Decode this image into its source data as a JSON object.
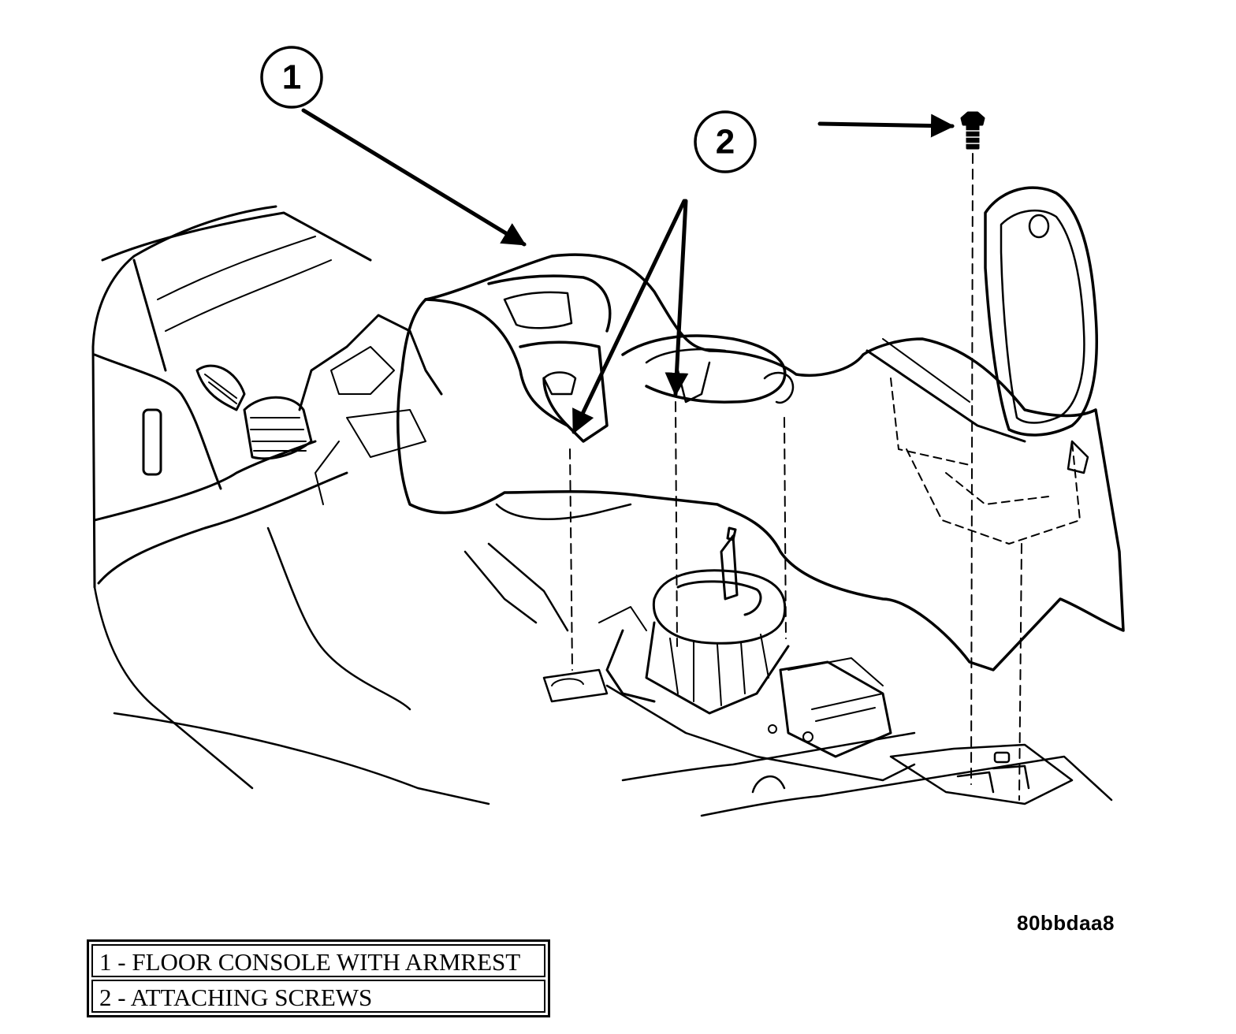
{
  "callouts": [
    {
      "number": "1"
    },
    {
      "number": "2"
    }
  ],
  "figure_id": "80bbdaa8",
  "legend": [
    {
      "text": "1 - FLOOR CONSOLE WITH ARMREST"
    },
    {
      "text": "2 - ATTACHING SCREWS"
    }
  ]
}
